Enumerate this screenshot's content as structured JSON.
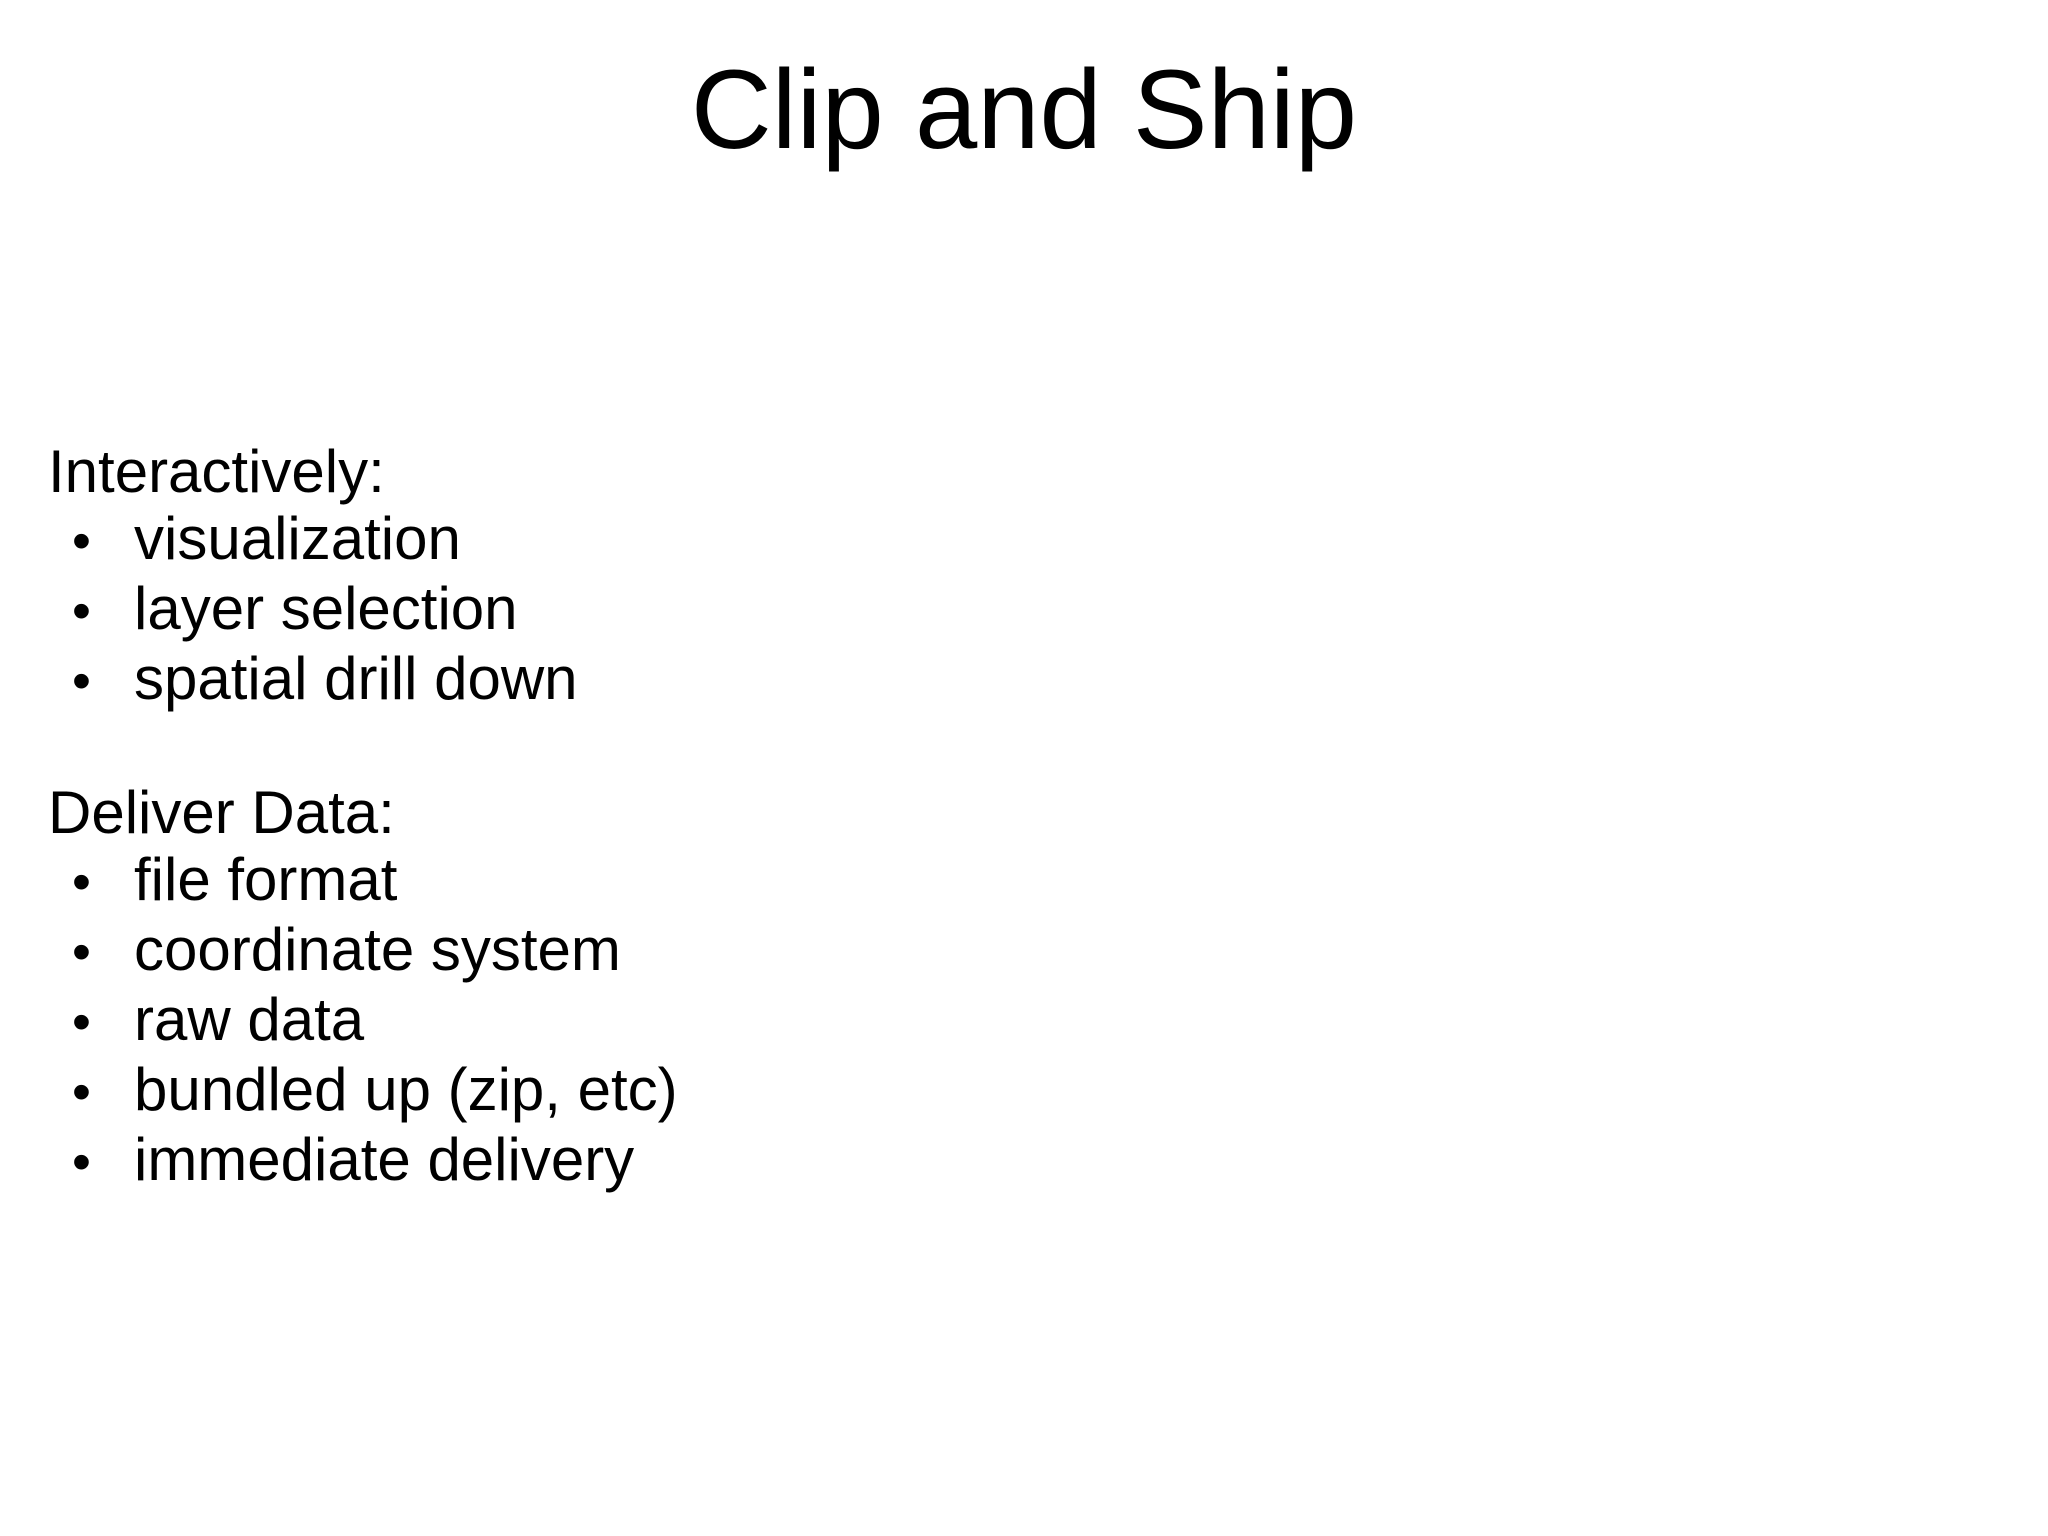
{
  "slide": {
    "title": "Clip and Ship",
    "bullet_glyph": "•",
    "sections": [
      {
        "heading": "Interactively:",
        "items": [
          "visualization",
          "layer selection",
          "spatial drill down"
        ]
      },
      {
        "heading": "Deliver Data:",
        "items": [
          "file format",
          "coordinate system",
          "raw data",
          "bundled up (zip, etc)",
          "immediate delivery"
        ]
      }
    ]
  }
}
